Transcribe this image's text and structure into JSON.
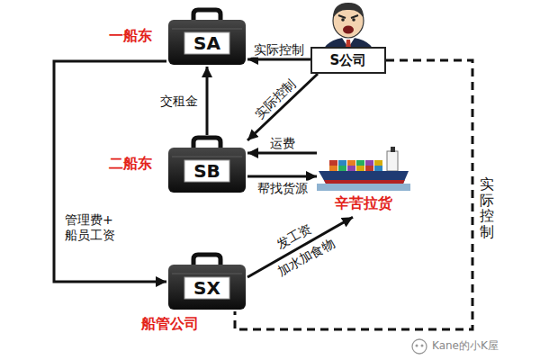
{
  "diagram": {
    "nodes": [
      {
        "text": [
          "一船东",
          "SA"
        ]
      },
      {
        "text": [
          "S公司"
        ]
      },
      {
        "text": [
          "二船东",
          "SB"
        ]
      },
      {
        "text": [
          "辛苦拉货"
        ]
      },
      {
        "text": [
          "SX",
          "船管公司"
        ]
      }
    ],
    "edges": [
      {
        "from": 1,
        "to": 0,
        "label": "实际控制",
        "arrow": "to"
      },
      {
        "from": 1,
        "to": 2,
        "label": "实际控制",
        "arrow": "to"
      },
      {
        "from": 2,
        "to": 0,
        "label": "交租金",
        "arrow": "to"
      },
      {
        "from": 3,
        "to": 2,
        "label": "运费",
        "arrow": "to"
      },
      {
        "from": 2,
        "to": 3,
        "label": "帮找货源",
        "arrow": "to"
      },
      {
        "from": 0,
        "to": 4,
        "label": "管理费+ 船员工资",
        "arrow": "to"
      },
      {
        "from": 4,
        "to": 3,
        "label": "发工资",
        "arrow": "to"
      },
      {
        "from": 1,
        "to": 4,
        "label": "实际控制",
        "arrow": "none"
      }
    ],
    "labels": [
      "加水加食物",
      "Kane的小K屋"
    ]
  }
}
